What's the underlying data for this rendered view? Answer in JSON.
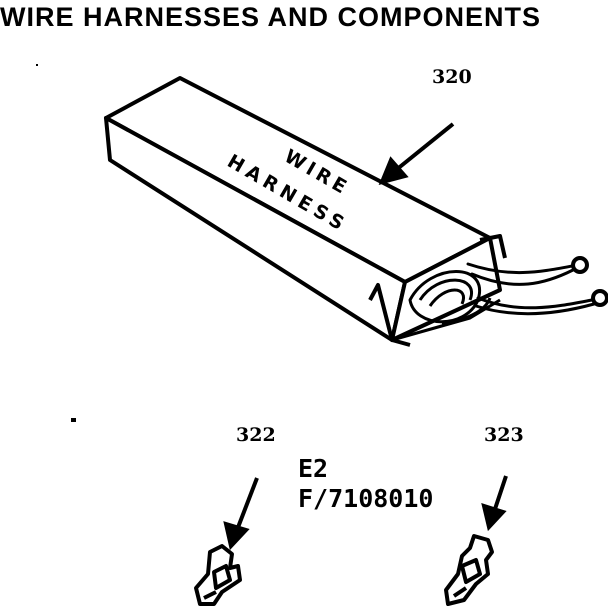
{
  "title": "WIRE HARNESSES AND COMPONENTS",
  "parts": [
    {
      "number": "320",
      "name": "box-wire-harness"
    },
    {
      "number": "322",
      "name": "terminal-left"
    },
    {
      "number": "323",
      "name": "terminal-right"
    }
  ],
  "box_label": {
    "line1": "WIRE",
    "line2": "HARNESS"
  },
  "codes": {
    "line1": "E2",
    "line2": "F/7108010"
  }
}
